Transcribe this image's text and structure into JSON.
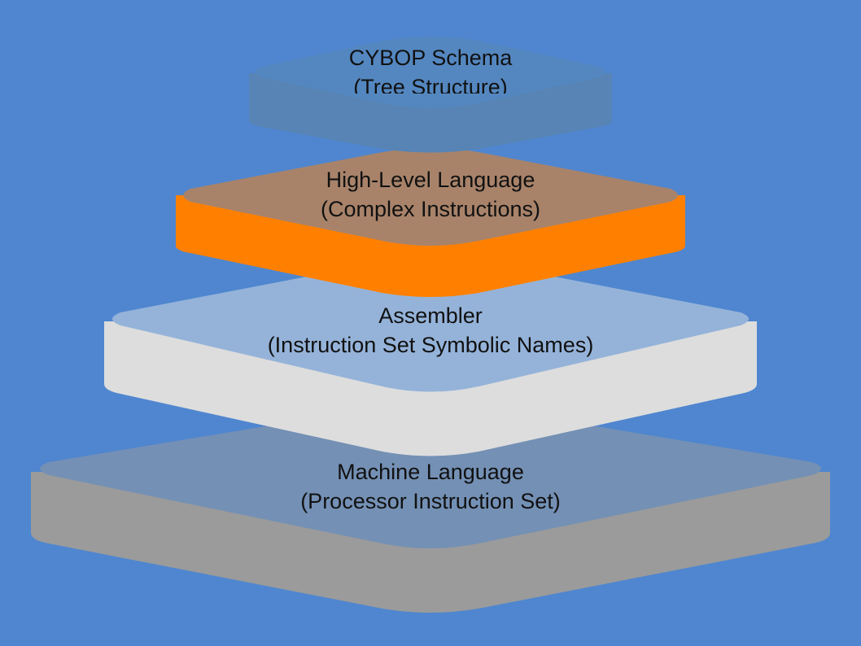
{
  "diagram": {
    "layers": [
      {
        "id": "machine-language",
        "title": "Machine Language",
        "subtitle": "(Processor Instruction Set)",
        "top_color": "#7490b5",
        "side_color": "#9b9b9b"
      },
      {
        "id": "assembler",
        "title": "Assembler",
        "subtitle": "(Instruction Set Symbolic Names)",
        "top_color": "#95b3d9",
        "side_color": "#dddddd"
      },
      {
        "id": "high-level-language",
        "title": "High-Level Language",
        "subtitle": "(Complex Instructions)",
        "top_color": "#a8836a",
        "side_color": "#ff8000"
      },
      {
        "id": "cybop-schema",
        "title": "CYBOP Schema",
        "subtitle": "(Tree Structure)",
        "top_color": "#5487c0",
        "side_color": "#5784b4"
      }
    ],
    "background_color": "#4f86cf",
    "text_color": "#111111"
  }
}
